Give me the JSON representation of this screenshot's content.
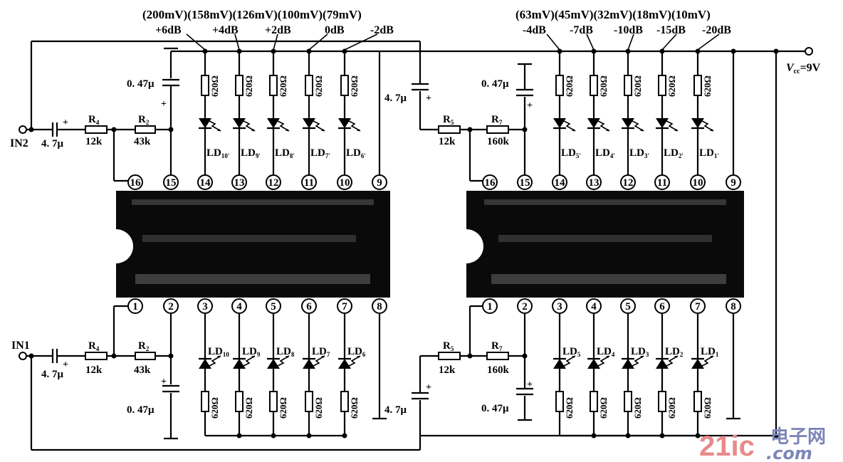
{
  "diagram": {
    "title": "Dual-channel 10-step LED level meter circuit",
    "supply_label": "Vcc=9V",
    "supply_prefix": "V",
    "supply_sub": "cc",
    "supply_suffix": "=9V",
    "inputs": {
      "in1": "IN1",
      "in2": "IN2"
    },
    "top_left_levels": {
      "voltages": "(200mV)(158mV)(126mV)(100mV)(79mV)",
      "db": [
        "+6dB",
        "+4dB",
        "+2dB",
        "0dB",
        "-2dB"
      ]
    },
    "top_right_levels": {
      "voltages": "(63mV)(45mV)(32mV)(18mV)(10mV)",
      "db": [
        "-4dB",
        "-7dB",
        "-10dB",
        "-15dB",
        "-20dB"
      ]
    },
    "components": {
      "coupling_cap": "4. 7μ",
      "filter_cap": "0. 47μ",
      "r_input": "R",
      "r_input_sub_left": "4",
      "r_input_sub_right": "5",
      "r_input_value": "12k",
      "r_second": "R",
      "r_second_sub_left": "2",
      "r_second_sub_right": "7",
      "r_second_left_value": "43k",
      "r_second_right_value": "160k",
      "led_resistor": "620Ω",
      "led_prefix": "LD",
      "plus": "+"
    },
    "left_ic": {
      "top_pins": [
        "16",
        "15",
        "14",
        "13",
        "12",
        "11",
        "10",
        "9"
      ],
      "bottom_pins": [
        "1",
        "2",
        "3",
        "4",
        "5",
        "6",
        "7",
        "8"
      ],
      "top_leds": [
        "10'",
        "9'",
        "8'",
        "7'",
        "6'"
      ],
      "bottom_leds": [
        "10",
        "9",
        "8",
        "7",
        "6"
      ]
    },
    "right_ic": {
      "top_pins": [
        "16",
        "15",
        "14",
        "13",
        "12",
        "11",
        "10",
        "9"
      ],
      "bottom_pins": [
        "1",
        "2",
        "3",
        "4",
        "5",
        "6",
        "7",
        "8"
      ],
      "top_leds": [
        "5'",
        "4'",
        "3'",
        "2'",
        "1'"
      ],
      "bottom_leds": [
        "5",
        "4",
        "3",
        "2",
        "1"
      ]
    },
    "watermark": {
      "red": "21ic",
      "blue_cn": "电子网",
      "blue_com": ".com"
    }
  }
}
